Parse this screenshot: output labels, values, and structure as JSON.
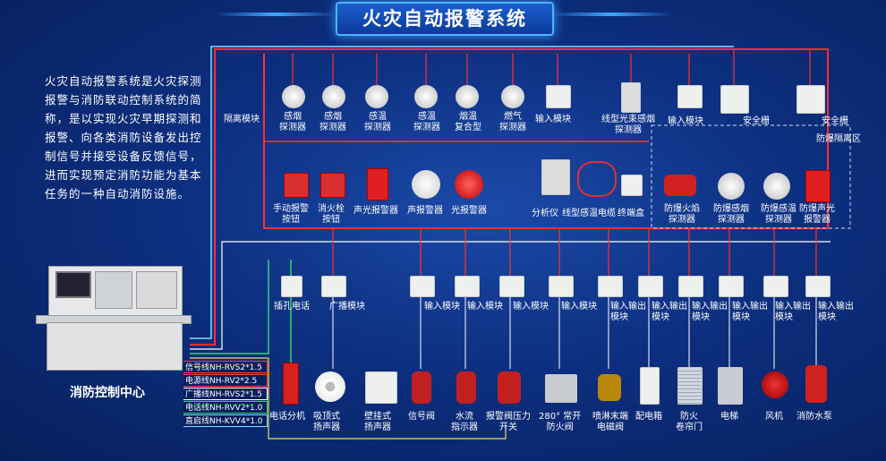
{
  "title": "火灾自动报警系统",
  "intro": "火灾自动报警系统是火灾探测报警与消防联动控制系统的简称，是以实现火灾早期探测和报警、向各类消防设备发出控制信号并接受设备反馈信号，进而实现预定消防功能为基本任务的一种自动消防设施。",
  "control_center": "消防控制中心",
  "isolation": "隔离模块",
  "explosion_zone": "防爆隔离区",
  "top_row": [
    {
      "label": "感烟\n探测器"
    },
    {
      "label": "感烟\n探测器"
    },
    {
      "label": "感温\n探测器"
    },
    {
      "label": "感温\n探测器"
    },
    {
      "label": "烟温\n复合型"
    },
    {
      "label": "燃气\n探测器"
    }
  ],
  "top_right": [
    {
      "label": "输入模块"
    },
    {
      "label": "线型光束感烟\n探测器"
    },
    {
      "label": "输入模块"
    },
    {
      "label": "安全栅"
    },
    {
      "label": "安全栅"
    }
  ],
  "mid_row": [
    {
      "label": "手动报警\n按钮"
    },
    {
      "label": "消火栓\n按钮"
    },
    {
      "label": "声光报警器"
    },
    {
      "label": "声报警器"
    },
    {
      "label": "光报警器"
    }
  ],
  "mid_right": [
    {
      "label": "分析仪"
    },
    {
      "label": "线型感温电缆"
    },
    {
      "label": "终端盒"
    }
  ],
  "ex_devices": [
    {
      "label": "防爆火焰\n探测器"
    },
    {
      "label": "防爆感烟\n探测器"
    },
    {
      "label": "防爆感温\n探测器"
    },
    {
      "label": "防爆声光\n报警器"
    }
  ],
  "modules": [
    {
      "label": "插孔电话"
    },
    {
      "label": "广播模块"
    },
    {
      "label": "输入模块"
    },
    {
      "label": "输入模块"
    },
    {
      "label": "输入模块"
    },
    {
      "label": "输入模块"
    },
    {
      "label": "输入输出\n模块"
    },
    {
      "label": "输入输出\n模块"
    },
    {
      "label": "输入输出\n模块"
    },
    {
      "label": "输入输出\n模块"
    },
    {
      "label": "输入输出\n模块"
    },
    {
      "label": "输入输出\n模块"
    }
  ],
  "bottom_row": [
    {
      "label": "电话分机"
    },
    {
      "label": "吸顶式\n扬声器"
    },
    {
      "label": "壁挂式\n扬声器"
    },
    {
      "label": "信号阀"
    },
    {
      "label": "水流\n指示器"
    },
    {
      "label": "报警阀压力\n开关"
    },
    {
      "label": "280° 常开\n防火阀"
    },
    {
      "label": "喷淋末端\n电磁阀"
    },
    {
      "label": "配电箱"
    },
    {
      "label": "防火\n卷帘门"
    },
    {
      "label": "电梯"
    },
    {
      "label": "风机"
    },
    {
      "label": "消防水泵"
    }
  ],
  "cables": [
    {
      "text": "信号线NH-RVS2*1.5",
      "color": "#ff3b3b"
    },
    {
      "text": "电源线NH-RV2*2.5",
      "color": "#ff3b3b"
    },
    {
      "text": "广播线NH-RVS2*1.5",
      "color": "#ffffff"
    },
    {
      "text": "电话线NH-RVV2*1.0",
      "color": "#2fd46a"
    },
    {
      "text": "直启线NH-KVV4*1.0",
      "color": "#7fe0ff"
    }
  ]
}
